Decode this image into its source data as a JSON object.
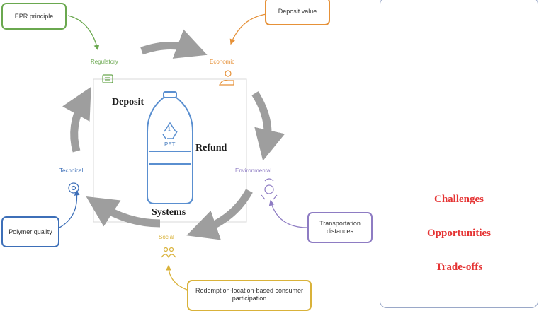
{
  "boxes": {
    "epr": "EPR principle",
    "deposit_value": "Deposit value",
    "transport": "Transportation distances",
    "polymer": "Polymer quality",
    "redemption": "Redemption-location-based consumer participation"
  },
  "dimensions": {
    "regulatory": "Regulatory",
    "economic": "Economic",
    "environmental": "Environmental",
    "social": "Social",
    "technical": "Technical"
  },
  "center": {
    "deposit": "Deposit",
    "refund": "Refund",
    "systems": "Systems",
    "pet": "PET",
    "recycle_number": "1"
  },
  "panel": {
    "challenges": "Challenges",
    "opportunities": "Opportunities",
    "tradeoffs": "Trade-offs"
  },
  "colors": {
    "regulatory": "#6aa84f",
    "economic": "#e69138",
    "environmental": "#8e7cc3",
    "social": "#d9b23a",
    "technical": "#3d6fb8",
    "highlight": "#e53333",
    "arrow": "#9e9e9e"
  }
}
